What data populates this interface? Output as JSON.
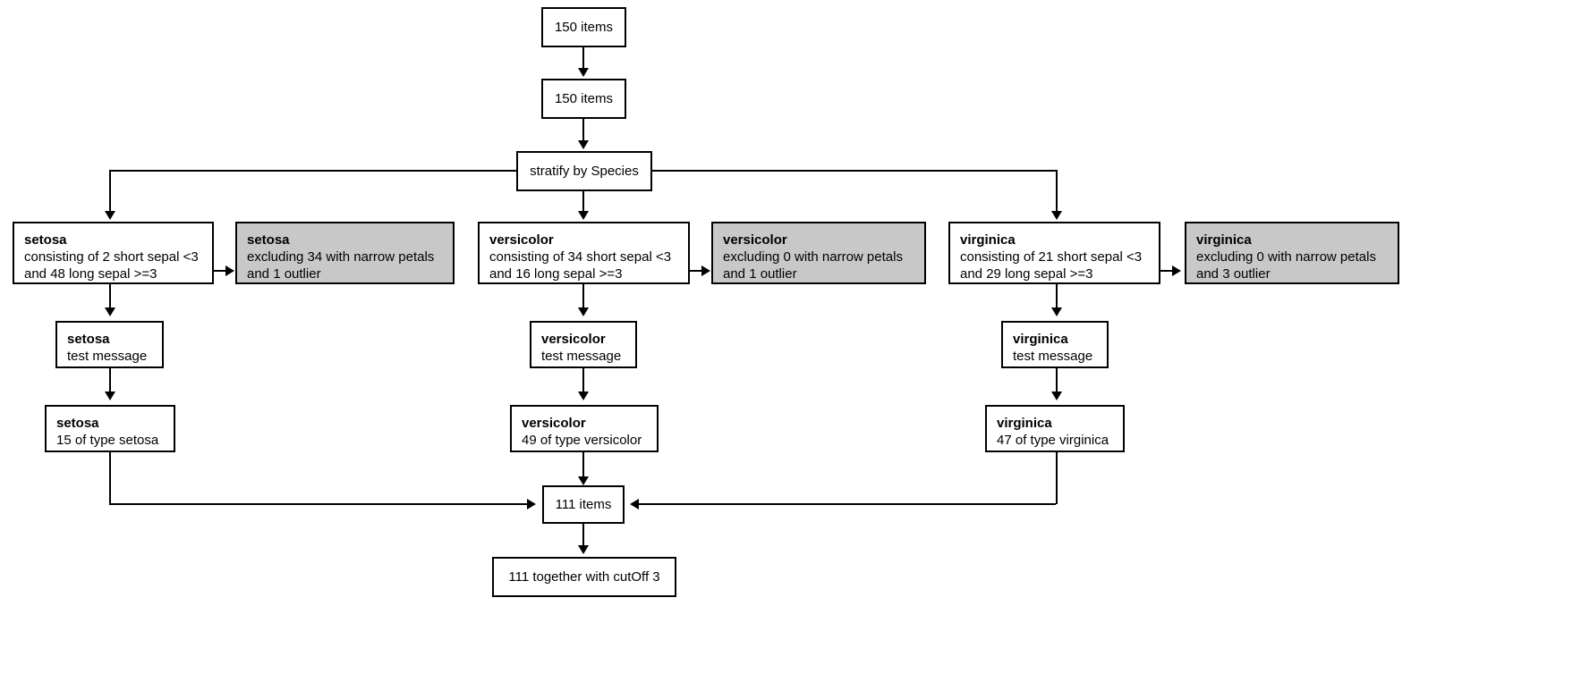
{
  "diagram": {
    "type": "flowchart",
    "title": "Iris cohort stratification flowchart",
    "colors": {
      "box_fill": "#ffffff",
      "excluded_box_fill": "#c8c8c8",
      "stroke": "#000000",
      "text": "#000000"
    },
    "top": {
      "start": {
        "label": "150 items"
      },
      "second": {
        "label": "150 items"
      },
      "stratify": {
        "label": "stratify by Species"
      }
    },
    "branches": [
      {
        "key": "setosa",
        "included": {
          "title": "setosa",
          "line1": "consisting of 2 short sepal <3",
          "line2": "and 48 long sepal >=3"
        },
        "excluded": {
          "title": "setosa",
          "line1": "excluding 34 with narrow petals",
          "line2": "and 1 outlier"
        },
        "message": {
          "title": "setosa",
          "line1": "test message"
        },
        "result": {
          "title": "setosa",
          "line1": "15 of type setosa"
        }
      },
      {
        "key": "versicolor",
        "included": {
          "title": "versicolor",
          "line1": "consisting of 34 short sepal <3",
          "line2": "and 16 long sepal >=3"
        },
        "excluded": {
          "title": "versicolor",
          "line1": "excluding 0 with narrow petals",
          "line2": "and 1 outlier"
        },
        "message": {
          "title": "versicolor",
          "line1": "test message"
        },
        "result": {
          "title": "versicolor",
          "line1": "49 of type versicolor"
        }
      },
      {
        "key": "virginica",
        "included": {
          "title": "virginica",
          "line1": "consisting of 21 short sepal <3",
          "line2": "and 29 long sepal >=3"
        },
        "excluded": {
          "title": "virginica",
          "line1": "excluding 0 with narrow petals",
          "line2": "and 3 outlier"
        },
        "message": {
          "title": "virginica",
          "line1": "test message"
        },
        "result": {
          "title": "virginica",
          "line1": "47 of type virginica"
        }
      }
    ],
    "bottom": {
      "merge": {
        "label": "111 items"
      },
      "final": {
        "label": "111 together with cutOff 3"
      }
    }
  }
}
